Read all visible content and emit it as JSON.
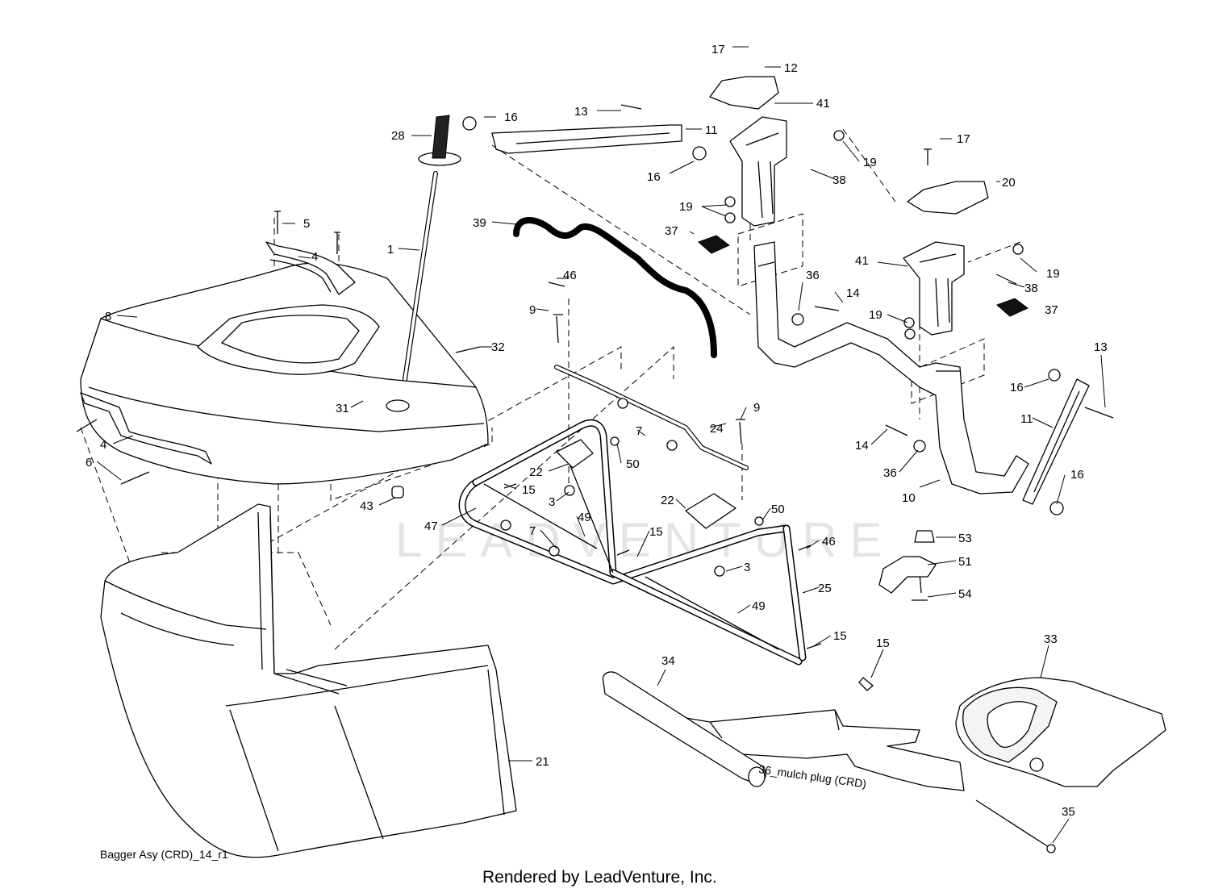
{
  "diagram": {
    "caption": "Bagger Asy (CRD)_14_r1",
    "footer": "Rendered by LeadVenture, Inc.",
    "watermark": "LEADVENTURE",
    "callout_mulch": "36_mulch plug (CRD)",
    "callouts": [
      {
        "id": "c17a",
        "label": "17"
      },
      {
        "id": "c12",
        "label": "12"
      },
      {
        "id": "c41a",
        "label": "41"
      },
      {
        "id": "c13a",
        "label": "13"
      },
      {
        "id": "c11a",
        "label": "11"
      },
      {
        "id": "c16a",
        "label": "16"
      },
      {
        "id": "c16b",
        "label": "16"
      },
      {
        "id": "c28",
        "label": "28"
      },
      {
        "id": "c19a",
        "label": "19"
      },
      {
        "id": "c38a",
        "label": "38"
      },
      {
        "id": "c17b",
        "label": "17"
      },
      {
        "id": "c20",
        "label": "20"
      },
      {
        "id": "c19b",
        "label": "19"
      },
      {
        "id": "c39",
        "label": "39"
      },
      {
        "id": "c37a",
        "label": "37"
      },
      {
        "id": "c5",
        "label": "5"
      },
      {
        "id": "c1",
        "label": "1"
      },
      {
        "id": "c4a",
        "label": "4"
      },
      {
        "id": "c41b",
        "label": "41"
      },
      {
        "id": "c19c",
        "label": "19"
      },
      {
        "id": "c38b",
        "label": "38"
      },
      {
        "id": "c46a",
        "label": "46"
      },
      {
        "id": "c36a",
        "label": "36"
      },
      {
        "id": "c14a",
        "label": "14"
      },
      {
        "id": "c8",
        "label": "8"
      },
      {
        "id": "c9a",
        "label": "9"
      },
      {
        "id": "c19d",
        "label": "19"
      },
      {
        "id": "c37b",
        "label": "37"
      },
      {
        "id": "c32",
        "label": "32"
      },
      {
        "id": "c13b",
        "label": "13"
      },
      {
        "id": "c16c",
        "label": "16"
      },
      {
        "id": "c31",
        "label": "31"
      },
      {
        "id": "c9b",
        "label": "9"
      },
      {
        "id": "c11b",
        "label": "11"
      },
      {
        "id": "c4b",
        "label": "4"
      },
      {
        "id": "c7a",
        "label": "7"
      },
      {
        "id": "c24",
        "label": "24"
      },
      {
        "id": "c14b",
        "label": "14"
      },
      {
        "id": "c6",
        "label": "6"
      },
      {
        "id": "c50a",
        "label": "50"
      },
      {
        "id": "c22a",
        "label": "22"
      },
      {
        "id": "c36b",
        "label": "36"
      },
      {
        "id": "c16d",
        "label": "16"
      },
      {
        "id": "c15a",
        "label": "15"
      },
      {
        "id": "c10",
        "label": "10"
      },
      {
        "id": "c43",
        "label": "43"
      },
      {
        "id": "c3a",
        "label": "3"
      },
      {
        "id": "c22b",
        "label": "22"
      },
      {
        "id": "c50b",
        "label": "50"
      },
      {
        "id": "c47",
        "label": "47"
      },
      {
        "id": "c49a",
        "label": "49"
      },
      {
        "id": "c7b",
        "label": "7"
      },
      {
        "id": "c15b",
        "label": "15"
      },
      {
        "id": "c46b",
        "label": "46"
      },
      {
        "id": "c53",
        "label": "53"
      },
      {
        "id": "c51",
        "label": "51"
      },
      {
        "id": "c3b",
        "label": "3"
      },
      {
        "id": "c25",
        "label": "25"
      },
      {
        "id": "c54",
        "label": "54"
      },
      {
        "id": "c49b",
        "label": "49"
      },
      {
        "id": "c15c",
        "label": "15"
      },
      {
        "id": "c15d",
        "label": "15"
      },
      {
        "id": "c33",
        "label": "33"
      },
      {
        "id": "c34",
        "label": "34"
      },
      {
        "id": "c21",
        "label": "21"
      },
      {
        "id": "c35",
        "label": "35"
      }
    ]
  }
}
